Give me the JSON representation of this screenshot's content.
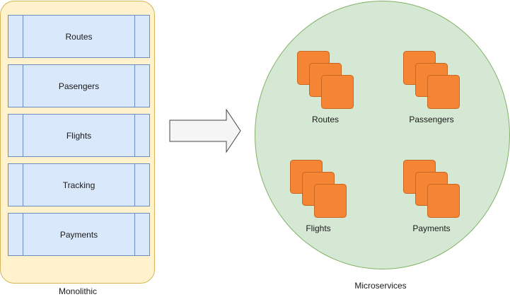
{
  "monolithic": {
    "label": "Monolithic",
    "modules": [
      "Routes",
      "Pasengers",
      "Flights",
      "Tracking",
      "Payments"
    ]
  },
  "microservices": {
    "label": "Microservices",
    "services": [
      "Routes",
      "Passengers",
      "Flights",
      "Payments"
    ]
  },
  "colors": {
    "monolith_fill": "#fff2cc",
    "monolith_stroke": "#d6b656",
    "module_fill": "#dae8fc",
    "module_stroke": "#6c8ebf",
    "circle_fill": "#d5e8d4",
    "circle_stroke": "#82b366",
    "service_icon": "#f58534",
    "arrow_fill": "#f5f5f5"
  },
  "icons": {
    "transition_arrow": "right-arrow-icon",
    "service": "compute-instances-icon"
  }
}
